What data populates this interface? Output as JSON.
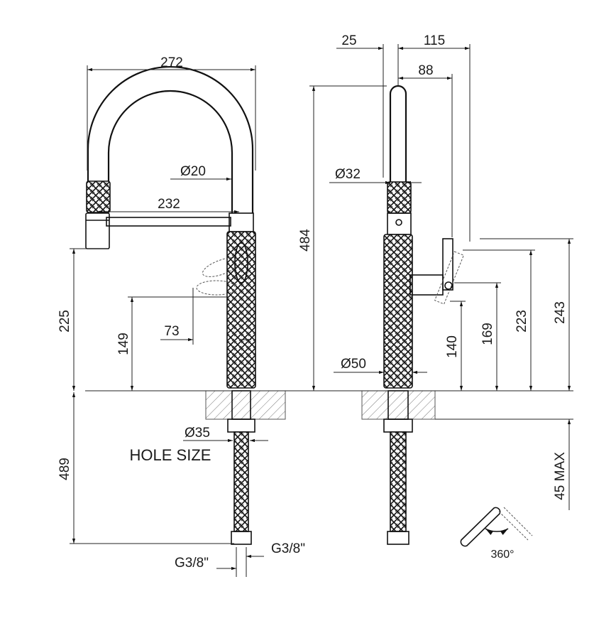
{
  "front_view": {
    "spout_width": "272",
    "hose_diameter": "Ø20",
    "reach": "232",
    "height_to_outlet": "225",
    "lever_height": "149",
    "lever_length": "73",
    "hole_diameter": "Ø35",
    "hole_size_label": "HOLE SIZE",
    "under_deck_length": "489",
    "connection_left": "G3/8\"",
    "connection_right": "G3/8\""
  },
  "side_view": {
    "offset_top": "25",
    "total_depth": "115",
    "lever_depth": "88",
    "total_height": "484",
    "spout_diameter": "Ø32",
    "body_diameter": "Ø50",
    "dim_140": "140",
    "dim_169": "169",
    "dim_223": "223",
    "dim_243": "243",
    "deck_thickness": "45 MAX"
  },
  "rotation": {
    "label": "360°"
  }
}
